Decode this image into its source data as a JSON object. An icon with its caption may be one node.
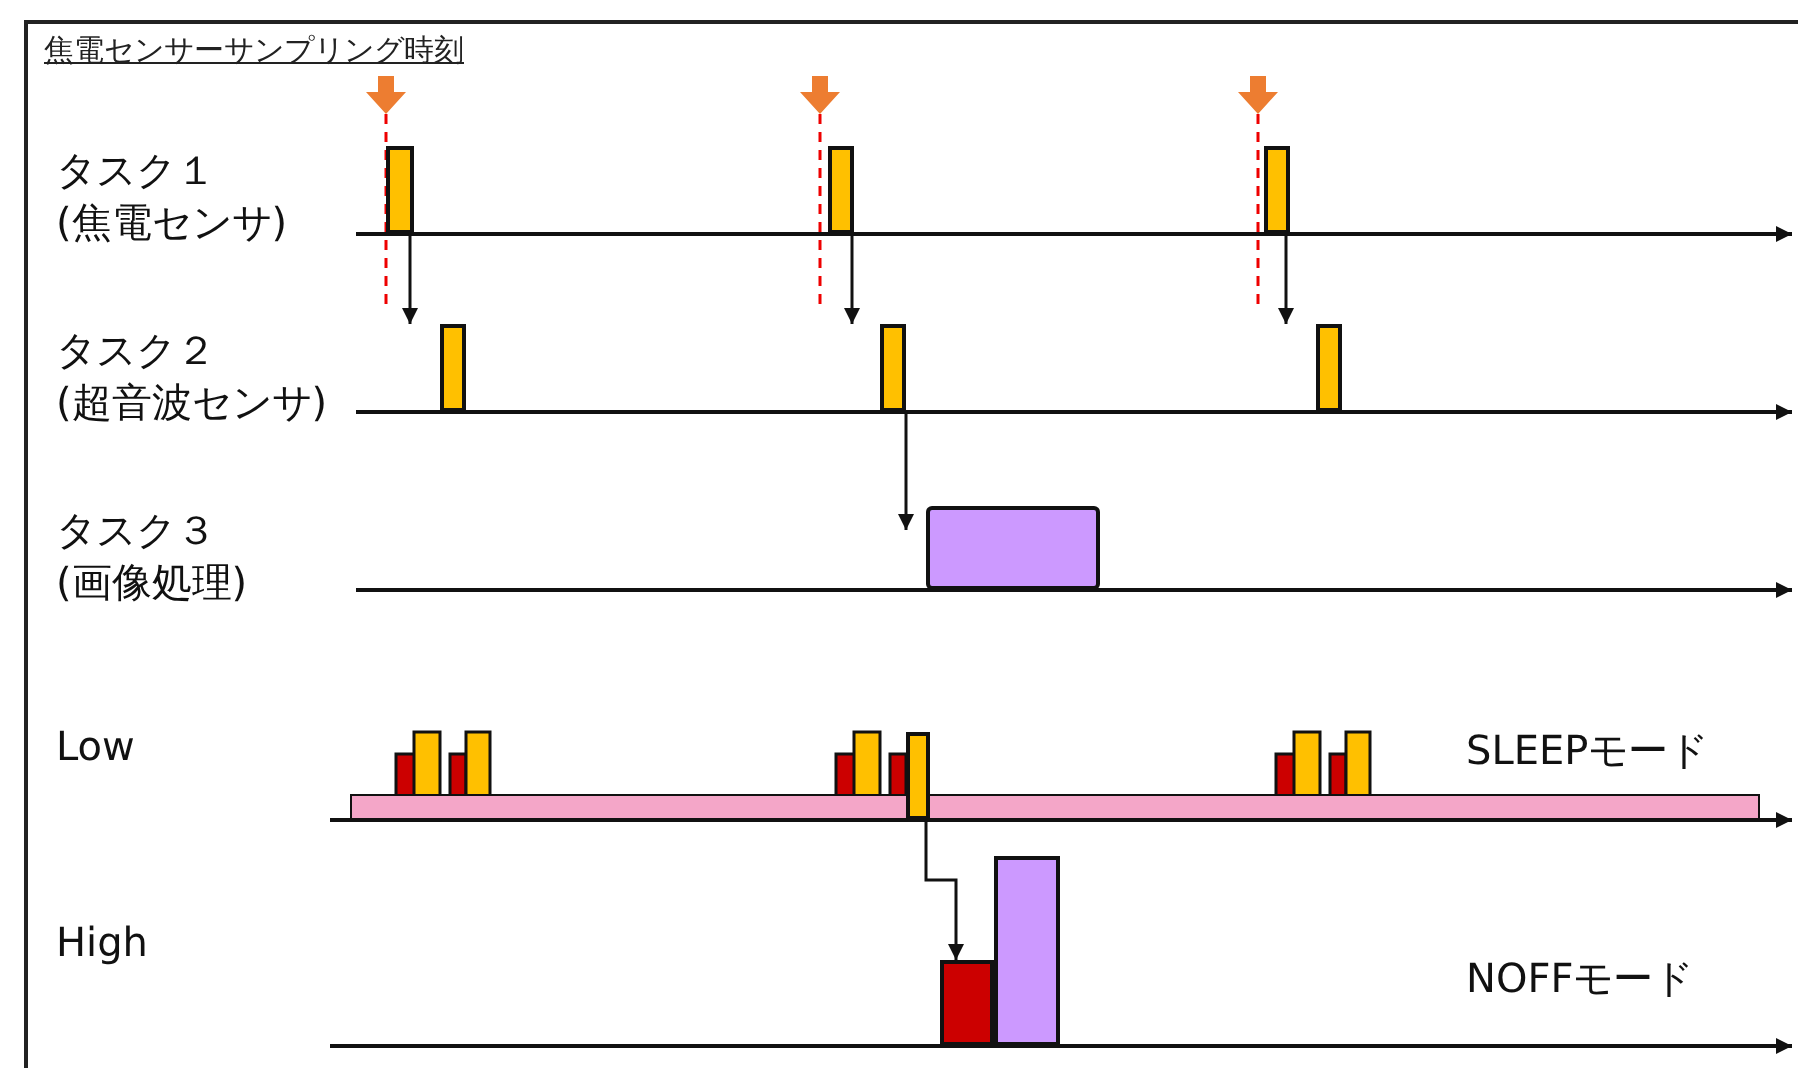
{
  "diagram": {
    "title": "焦電センサーサンプリング時刻",
    "nodes": [
      {
        "text": [],
        "shape": "bar"
      },
      {
        "text": [],
        "shape": "bar"
      },
      {
        "text": [],
        "shape": "bar"
      },
      {
        "text": [],
        "shape": "bar"
      },
      {
        "text": [],
        "shape": "bar"
      },
      {
        "text": [],
        "shape": "bar"
      },
      {
        "text": [],
        "shape": "box"
      },
      {
        "text": [],
        "shape": "bar"
      },
      {
        "text": [],
        "shape": "bar"
      },
      {
        "text": [],
        "shape": "bar"
      },
      {
        "text": [],
        "shape": "bar"
      }
    ],
    "edges": [
      {
        "from": 0,
        "to": 3,
        "arrow": "to"
      },
      {
        "from": 1,
        "to": 4,
        "arrow": "to"
      },
      {
        "from": 2,
        "to": 5,
        "arrow": "to"
      },
      {
        "from": 4,
        "to": 6,
        "arrow": "to"
      },
      {
        "from": 7,
        "to": 9,
        "arrow": "to"
      }
    ],
    "labels": [
      "タスク１ (焦電センサ)",
      "タスク２ (超音波センサ)",
      "タスク３ (画像処理)",
      "Low",
      "SLEEPモード",
      "High",
      "NOFFモード"
    ]
  }
}
